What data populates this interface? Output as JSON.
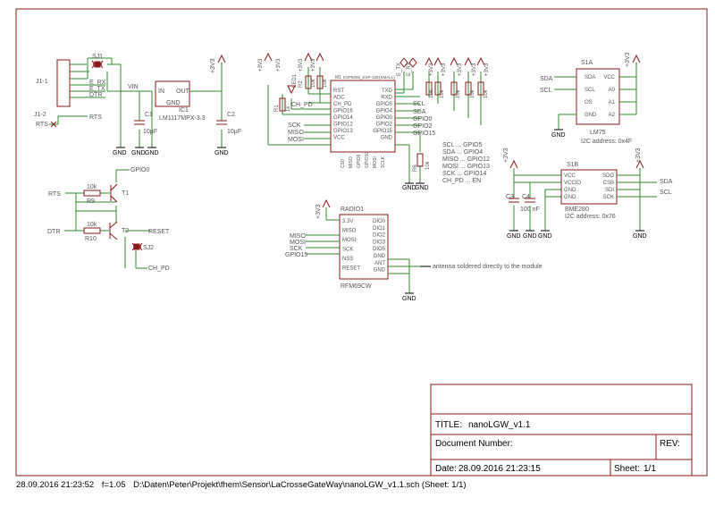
{
  "colors": {
    "frame": "#8b1a1a",
    "wire": "#2e8b2e",
    "text": "#555555",
    "gnd": "#000000"
  },
  "title_block": {
    "title_label": "TITLE:",
    "title_value": "nanoLGW_v1.1",
    "docnum_label": "Document Number:",
    "rev_label": "REV:",
    "date_label": "Date:",
    "date_value": "28.09.2016 21:23:15",
    "sheet_label": "Sheet:",
    "sheet_value": "1/1"
  },
  "footer": {
    "timestamp": "28.09.2016 21:23:52",
    "scale": "f=1.05",
    "path": "D:\\Daten\\Peter\\Projekt\\fhem\\Sensor\\LaCrosseGateWay\\nanoLGW_v1.1.sch (Sheet: 1/1)"
  },
  "schematic": {
    "j1": {
      "name1": "J1-1",
      "name2": "J1-2",
      "sj1": "SJ1",
      "vin": "VIN",
      "rts_left": "RTS",
      "pins": [
        "E_RX",
        "E_TX",
        "DTR",
        "RTS"
      ]
    },
    "ic1": {
      "name": "IC1",
      "part": "LM1117MPX-3.3",
      "in": "IN",
      "out": "OUT",
      "gnd": "GND"
    },
    "caps": {
      "c1": "C1",
      "c1v": "10µF",
      "c2": "C2",
      "c2v": "10µF",
      "c3": "C3",
      "c4": "C4",
      "c4v": "100 nF"
    },
    "m1": {
      "name": "M1",
      "part": "ESP8266_ESP-12E(SMALL)",
      "left_pins": [
        "RST",
        "ADC",
        "CH_PD",
        "GPIO16",
        "GPIO14",
        "GPIO12",
        "GPIO13",
        "VCC"
      ],
      "right_pins": [
        "TXD",
        "RXD",
        "GPIO5",
        "GPIO4",
        "GPIO0",
        "GPIO2",
        "GPIO15",
        "GND"
      ],
      "bottom_pins": [
        "CS0",
        "MISO",
        "GPIO9",
        "GPIO10",
        "MOSI",
        "SCLK"
      ]
    },
    "m1_nets_left": [
      "CH_PD",
      "SCK",
      "MISO",
      "MOSI"
    ],
    "m1_nets_right": [
      "SCL",
      "SDA",
      "GPIO0",
      "GPIO2",
      "GPIO15"
    ],
    "m1_top_nets": [
      "E_TX",
      "E_RX"
    ],
    "resistors": {
      "r1": "R1",
      "r1v": "1k",
      "r2": "R2",
      "r2v": "10k",
      "r3": "R3",
      "r3v": "10k",
      "r4": "R4",
      "r4v": "10k",
      "r5": "R5",
      "r5v": "10k",
      "r6": "R6",
      "r6v": "10k",
      "r7": "R7",
      "r7v": "10k",
      "r8": "R8",
      "r8v": "10k",
      "r9": "R9",
      "r9v": "10k",
      "r10": "R10",
      "r10v": "10k"
    },
    "led": "LED1",
    "pin_map": [
      "SCL ... GPIO5",
      "SDA ... GPIO4",
      "MISO ... GPIO12",
      "MOSI ... GPIO13",
      "SCK ... GPIO14",
      "CH_PD ... EN"
    ],
    "transistors": {
      "t1": "T1",
      "t2": "T2",
      "sj2": "SJ2",
      "gpio0": "GPIO0",
      "rts": "RTS",
      "dtr": "DTR",
      "reset": "RESET",
      "ch_pd": "CH_PD"
    },
    "radio": {
      "name": "RADIO1",
      "part": "RFM69CW",
      "left_pins": [
        "3.3V",
        "MISO",
        "MOSI",
        "SCK",
        "NSS",
        "RESET"
      ],
      "right_pins": [
        "DIO0",
        "DIO1",
        "DIO2",
        "DIO3",
        "DIO5",
        "GND",
        "ANT",
        "GND"
      ],
      "nets": [
        "MISO",
        "MOSI",
        "SCK",
        "GPIO15"
      ],
      "antenna_note": "antenna soldered directly to the module"
    },
    "s1a": {
      "name": "S1A",
      "part": "LM75",
      "addr": "I2C address: 0x4F",
      "left_pins": [
        "SDA",
        "SCL",
        "OS",
        "GND"
      ],
      "right_pins": [
        "VCC",
        "A0",
        "A1",
        "A2"
      ],
      "nets": [
        "SDA",
        "SCL"
      ]
    },
    "s1b": {
      "name": "S1B",
      "part": "BME280",
      "addr": "I2C address: 0x76",
      "left_pins": [
        "VCC",
        "VCCIO",
        "GND",
        "GND"
      ],
      "right_pins": [
        "SDO",
        "CSB",
        "SDI",
        "SCK"
      ],
      "nets": [
        "SDA",
        "SCL"
      ]
    },
    "supply": "+3V3",
    "gnd": "GND"
  }
}
